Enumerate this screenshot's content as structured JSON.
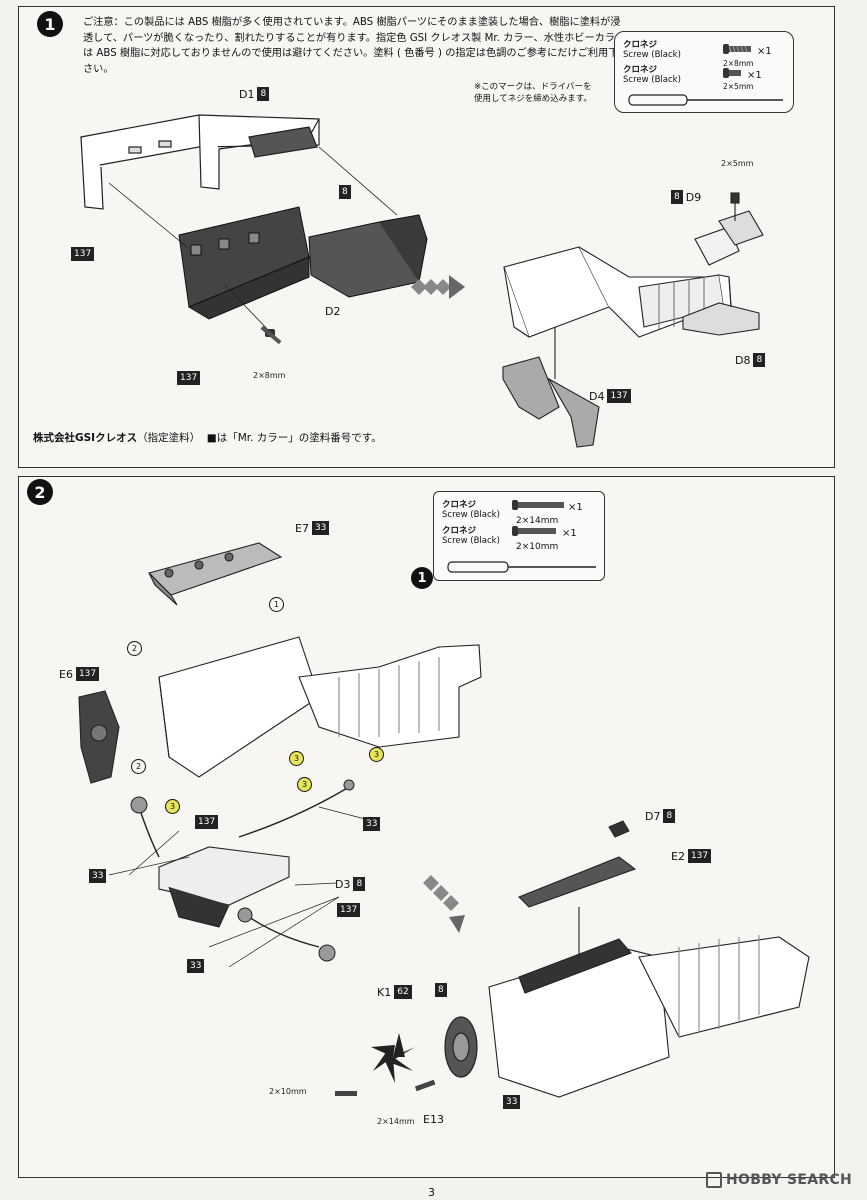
{
  "step1": {
    "number": "1",
    "caution": "ご注意：この製品には ABS 樹脂が多く使用されています。ABS 樹脂パーツにそのまま塗装した場合、樹脂に塗料が浸透して、パーツが脆くなったり、割れたりすることが有ります。指定色 GSI クレオス製 Mr. カラー、水性ホビーカラーは ABS 樹脂に対応しておりませんので使用は避けてください。塗料 ( 色番号 ) の指定は色調のご参考にだけご利用下さい。",
    "screws": [
      {
        "jp": "クロネジ",
        "en": "Screw (Black)",
        "qty": "×1",
        "size": "2×8mm"
      },
      {
        "jp": "クロネジ",
        "en": "Screw (Black)",
        "qty": "×1",
        "size": "2×5mm"
      }
    ],
    "driver_note_line1": "※このマークは、ドライバーを",
    "driver_note_line2": "使用してネジを締め込みます。",
    "parts": [
      {
        "id": "D1",
        "color": "8"
      },
      {
        "id": "",
        "color": "8"
      },
      {
        "id": "D2",
        "color": ""
      },
      {
        "id": "",
        "color": "137"
      },
      {
        "id": "",
        "color": "137"
      },
      {
        "id": "D9",
        "color": "8"
      },
      {
        "id": "D8",
        "color": "8"
      },
      {
        "id": "D4",
        "color": "137"
      }
    ],
    "dims": [
      "2×8mm",
      "2×5mm"
    ],
    "footer_brand": "株式会社GSIクレオス",
    "footer_paren": "（指定塗料）",
    "footer_text": "■は「Mr. カラー」の塗料番号です。"
  },
  "step2": {
    "number": "2",
    "screws": [
      {
        "jp": "クロネジ",
        "en": "Screw (Black)",
        "qty": "×1",
        "size": "2×14mm"
      },
      {
        "jp": "クロネジ",
        "en": "Screw (Black)",
        "qty": "×1",
        "size": "2×10mm"
      }
    ],
    "parts": [
      {
        "id": "E7",
        "color": "33"
      },
      {
        "id": "E6",
        "color": "137"
      },
      {
        "id": "",
        "color": "137"
      },
      {
        "id": "",
        "color": "33"
      },
      {
        "id": "",
        "color": "33"
      },
      {
        "id": "D3",
        "color": "8"
      },
      {
        "id": "",
        "color": "137"
      },
      {
        "id": "",
        "color": "33"
      },
      {
        "id": "D7",
        "color": "8"
      },
      {
        "id": "E2",
        "color": "137"
      },
      {
        "id": "K1",
        "color": "62"
      },
      {
        "id": "",
        "color": "8"
      },
      {
        "id": "",
        "color": "33"
      },
      {
        "id": "E13",
        "color": ""
      }
    ],
    "dims": [
      "2×10mm",
      "2×14mm"
    ],
    "markers": [
      "1",
      "2",
      "2",
      "3",
      "3",
      "3",
      "3",
      "1"
    ]
  },
  "page_number": "3",
  "watermark": "HOBBY SEARCH"
}
